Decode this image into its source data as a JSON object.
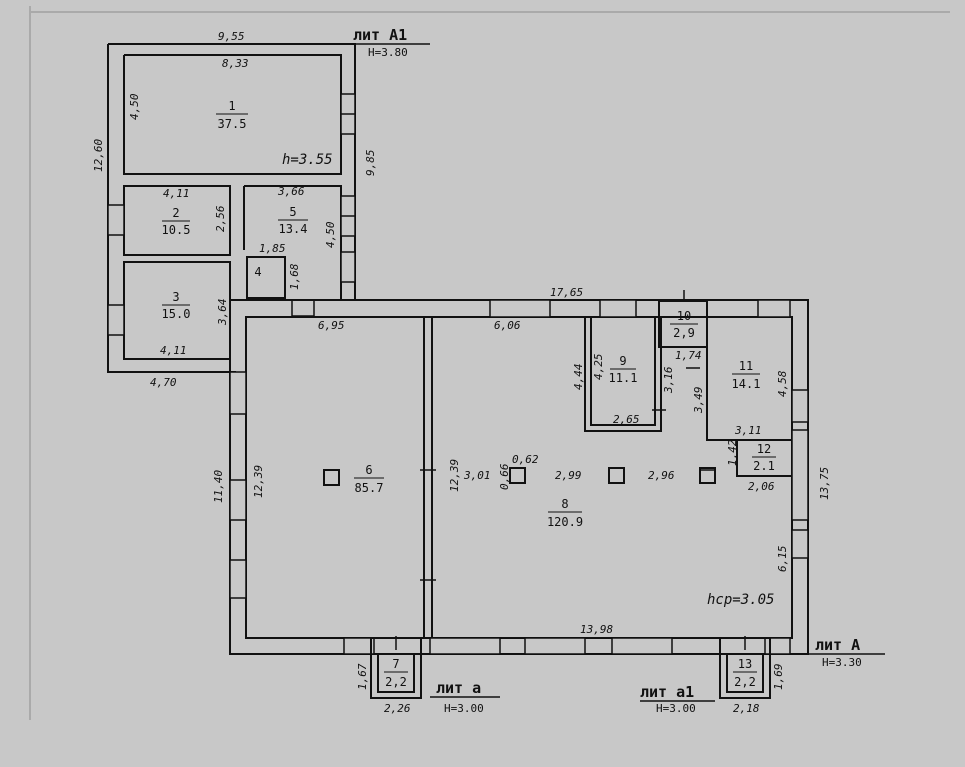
{
  "plan": {
    "lit_a1": {
      "label": "лит А1",
      "height": "H=3.80"
    },
    "lit_A": {
      "label": "лит А",
      "height": "H=3.30"
    },
    "lit_a": {
      "label": "лит а",
      "height": "H=3.00"
    },
    "lit_a1_small": {
      "label": "лит а1",
      "height": "H=3.00"
    },
    "h_label": "h=3.55",
    "hcp_label": "hср=3.05",
    "rooms": [
      {
        "number": "1",
        "area": "37.5"
      },
      {
        "number": "2",
        "area": "10.5"
      },
      {
        "number": "3",
        "area": "15.0"
      },
      {
        "number": "4",
        "area": ""
      },
      {
        "number": "5",
        "area": "13.4"
      },
      {
        "number": "6",
        "area": "85.7"
      },
      {
        "number": "7",
        "area": "2,2"
      },
      {
        "number": "8",
        "area": "120.9"
      },
      {
        "number": "9",
        "area": "11.1"
      },
      {
        "number": "10",
        "area": "2,9"
      },
      {
        "number": "11",
        "area": "14.1"
      },
      {
        "number": "12",
        "area": "2.1"
      },
      {
        "number": "13",
        "area": "2,2"
      }
    ],
    "dimensions": {
      "d955": "9,55",
      "d833": "8,33",
      "d450a": "4,50",
      "d1260": "12,60",
      "d985": "9,85",
      "d411a": "4,11",
      "d256": "2,56",
      "d366": "3,66",
      "d450b": "4,50",
      "d185": "1,85",
      "d168": "1,68",
      "d364": "3,64",
      "d411b": "4,11",
      "d470": "4,70",
      "d695": "6,95",
      "d606": "6,06",
      "d1765": "17,65",
      "d1140": "11,40",
      "d1239a": "12,39",
      "d1239b": "12,39",
      "d444": "4,44",
      "d425": "4,25",
      "d316": "3,16",
      "d265": "2,65",
      "d174": "1,74",
      "d349": "3,49",
      "d458": "4,58",
      "d311": "3,11",
      "d142": "1,42",
      "d206": "2,06",
      "d1375": "13,75",
      "d615": "6,15",
      "d301": "3,01",
      "d062": "0,62",
      "d066": "0,66",
      "d299": "2,99",
      "d296": "2,96",
      "d1398": "13,98",
      "d167": "1,67",
      "d226": "2,26",
      "d169": "1,69",
      "d218": "2,18"
    }
  }
}
